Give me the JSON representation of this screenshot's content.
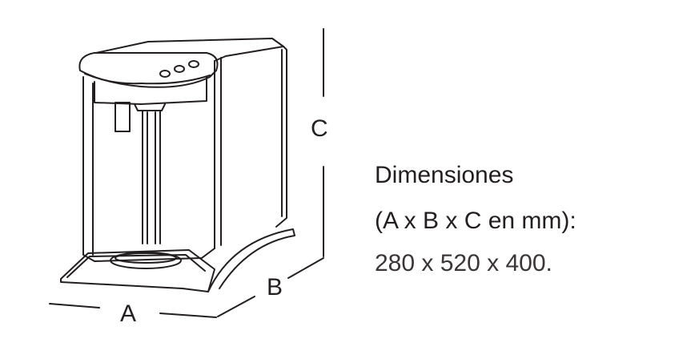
{
  "dimension_labels": {
    "a": "A",
    "b": "B",
    "c": "C"
  },
  "info": {
    "title": "Dimensiones",
    "units": "(A x B x C en mm):",
    "values": "280 x 520 x 400."
  },
  "colors": {
    "line": "#231f20",
    "background": "#ffffff"
  }
}
